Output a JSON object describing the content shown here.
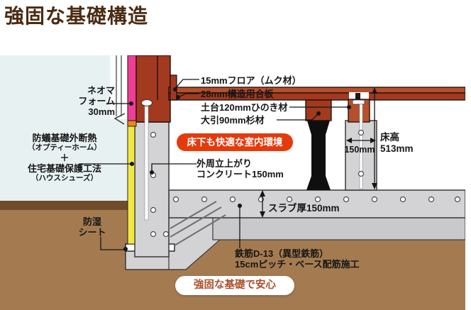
{
  "title": "強固な基礎構造",
  "labels": {
    "neoma": [
      "ネオマ",
      "フォーム",
      "30mm"
    ],
    "termite": [
      "防蟻基礎外断熱",
      "（オプティーホーム）",
      "＋",
      "住宅基礎保護工法",
      "（ハウスシューズ）"
    ],
    "damp_proof": [
      "防湿",
      "シート"
    ],
    "flooring": "15mmフロア（ムク材）",
    "plywood": "28mm構造用合板",
    "sill": "土台120mmひのき材",
    "girder": "大引90mm杉材",
    "rise_wall": [
      "外周立上がり",
      "コンクリート150mm"
    ],
    "slab_thickness": "スラブ厚150mm",
    "rebar": [
      "鉄筋D-13（異型鉄筋）",
      "15cmピッチ・ベース配筋施工"
    ],
    "pier_width": "150mm",
    "floor_height": [
      "床高",
      "513mm"
    ]
  },
  "badges": {
    "interior_comfort": "床下も快適な室内環境",
    "solid_foundation": "強固な基礎で安心"
  },
  "colors": {
    "title-brown": "#4a2b12",
    "wood-red": "#a23a20",
    "wood-light": "#b64f2b",
    "pink-insulation": "#ef3e95",
    "yellow-insulation": "#f2e843",
    "orange-block": "#e78a1d",
    "concrete": "#d3d3d5",
    "concrete-dark": "#c9c9cb",
    "soil": "#a47b51",
    "soil-dark": "#6f4b2b",
    "sky": "#e8f1f2",
    "badge-red": "#e43a0c",
    "pill-text": "#aa4f2b",
    "steel-black": "#0f0f0f",
    "line": "#151515"
  }
}
